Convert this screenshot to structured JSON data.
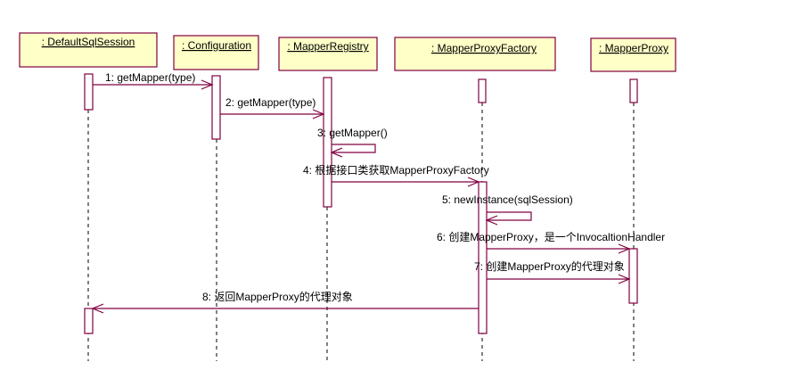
{
  "diagram": {
    "type": "UML sequence diagram",
    "colors": {
      "object_fill": "#ffffc8",
      "border": "#800040",
      "lifeline": "#000000"
    },
    "objects": [
      {
        "id": "defaultSqlSession",
        "label": ": DefaultSqlSession"
      },
      {
        "id": "configuration",
        "label": ": Configuration"
      },
      {
        "id": "mapperRegistry",
        "label": ": MapperRegistry"
      },
      {
        "id": "mapperProxyFactory",
        "label": ": MapperProxyFactory"
      },
      {
        "id": "mapperProxy",
        "label": ": MapperProxy"
      }
    ],
    "messages": [
      {
        "label": "1: getMapper(type)",
        "from": "defaultSqlSession",
        "to": "configuration"
      },
      {
        "label": "2: getMapper(type)",
        "from": "configuration",
        "to": "mapperRegistry"
      },
      {
        "label": "3: getMapper()",
        "from": "mapperRegistry",
        "to": "mapperRegistry"
      },
      {
        "label": "4: 根据接口类获取MapperProxyFactory",
        "from": "mapperRegistry",
        "to": "mapperProxyFactory"
      },
      {
        "label": "5: newInstance(sqlSession)",
        "from": "mapperProxyFactory",
        "to": "mapperProxyFactory"
      },
      {
        "label": "6: 创建MapperProxy，是一个InvocaltionHandler",
        "from": "mapperProxyFactory",
        "to": "mapperProxy"
      },
      {
        "label": "7: 创建MapperProxy的代理对象",
        "from": "mapperProxyFactory",
        "to": "mapperProxy"
      },
      {
        "label": "8: 返回MapperProxy的代理对象",
        "from": "mapperProxyFactory",
        "to": "defaultSqlSession"
      }
    ]
  }
}
